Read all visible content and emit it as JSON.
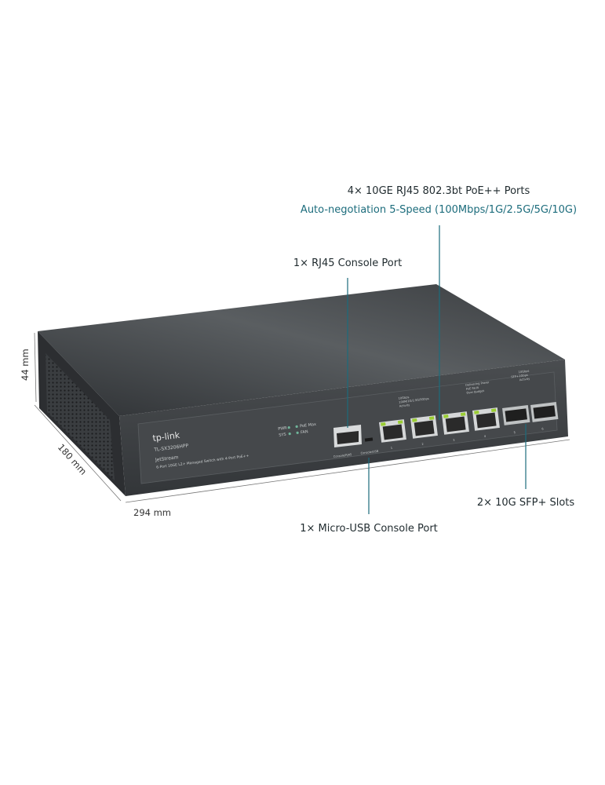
{
  "callouts": {
    "poe_ports_title": "4× 10GE RJ45 802.3bt PoE++ Ports",
    "poe_ports_sub": "Auto-negotiation 5-Speed (100Mbps/1G/2.5G/5G/10G)",
    "rj45_console": "1× RJ45 Console Port",
    "sfp_slots": "2× 10G SFP+ Slots",
    "usb_console": "1× Micro-USB Console Port"
  },
  "dimensions": {
    "height": "44 mm",
    "depth": "180 mm",
    "width": "294 mm"
  },
  "panel": {
    "brand": "tp-link",
    "model": "TL-SX3206HPP",
    "series": "JetStream",
    "description": "6-Port 10GE L2+ Managed Switch with 4-Port PoE++",
    "leds": [
      "PWR",
      "SYS",
      "PoE Max",
      "FAN"
    ],
    "console_labels": [
      "Console/RJ45",
      "Console/USB"
    ],
    "speed_legend": [
      "10Gbps",
      "100M/1G/2.5G/5Gbps",
      "Activity"
    ],
    "poe_legend": [
      "Delivering Power",
      "PoE Fault",
      "Over Budget"
    ],
    "sfp_legend": [
      "10Gbps",
      "1Gbps",
      "Activity"
    ],
    "port_numbers": [
      "1",
      "2",
      "3",
      "4",
      "5",
      "6"
    ],
    "sfp_label": "SFP+"
  },
  "colors": {
    "accent": "#1c6c7c",
    "chassis": "#3a3d40"
  }
}
